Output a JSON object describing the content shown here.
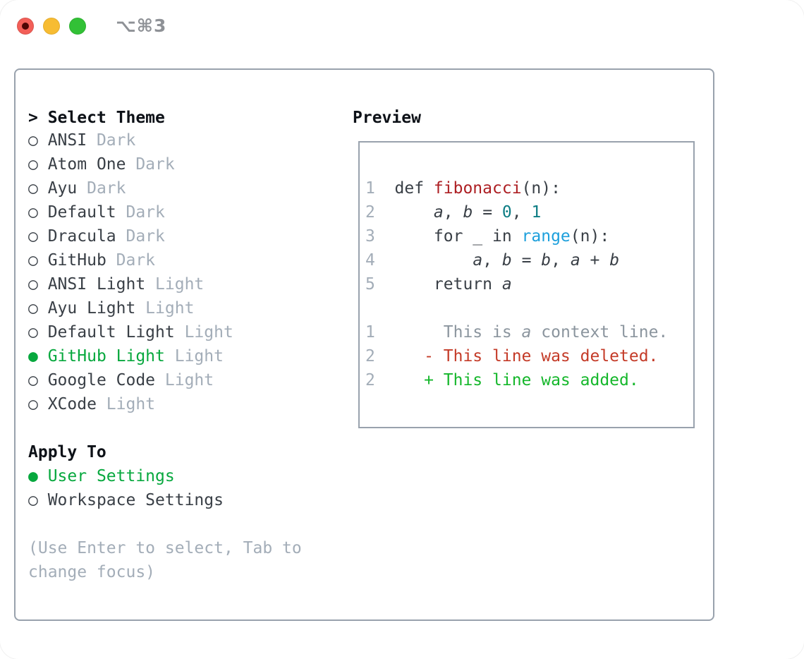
{
  "window": {
    "shortcut": "⌥⌘3"
  },
  "theme_panel": {
    "heading_prefix": ">",
    "heading": "Select Theme",
    "radio_unselected_glyph": "○",
    "radio_selected_glyph": "●",
    "items": [
      {
        "name": "ANSI",
        "variant": "Dark",
        "selected": false
      },
      {
        "name": "Atom One",
        "variant": "Dark",
        "selected": false
      },
      {
        "name": "Ayu",
        "variant": "Dark",
        "selected": false
      },
      {
        "name": "Default",
        "variant": "Dark",
        "selected": false
      },
      {
        "name": "Dracula",
        "variant": "Dark",
        "selected": false
      },
      {
        "name": "GitHub",
        "variant": "Dark",
        "selected": false
      },
      {
        "name": "ANSI Light",
        "variant": "Light",
        "selected": false
      },
      {
        "name": "Ayu Light",
        "variant": "Light",
        "selected": false
      },
      {
        "name": "Default Light",
        "variant": "Light",
        "selected": false
      },
      {
        "name": "GitHub Light",
        "variant": "Light",
        "selected": true
      },
      {
        "name": "Google Code",
        "variant": "Light",
        "selected": false
      },
      {
        "name": "XCode",
        "variant": "Light",
        "selected": false
      }
    ],
    "apply_to": {
      "heading": "Apply To",
      "options": [
        {
          "label": "User Settings",
          "selected": true
        },
        {
          "label": "Workspace Settings",
          "selected": false
        }
      ]
    },
    "footer_hint": "(Use Enter to select, Tab to change focus)"
  },
  "preview_panel": {
    "heading": "Preview",
    "lines": [
      {
        "n": "1",
        "s": [
          [
            "code",
            "def "
          ],
          [
            "func",
            "fibonacci"
          ],
          [
            "code",
            "(n):"
          ]
        ]
      },
      {
        "n": "2",
        "s": [
          [
            "code",
            "    "
          ],
          [
            "var",
            "a"
          ],
          [
            "code",
            ", "
          ],
          [
            "var",
            "b"
          ],
          [
            "code",
            " = "
          ],
          [
            "num",
            "0"
          ],
          [
            "code",
            ", "
          ],
          [
            "num",
            "1"
          ]
        ]
      },
      {
        "n": "3",
        "s": [
          [
            "code",
            "    for _ in "
          ],
          [
            "builtin",
            "range"
          ],
          [
            "code",
            "(n):"
          ]
        ]
      },
      {
        "n": "4",
        "s": [
          [
            "code",
            "        "
          ],
          [
            "var",
            "a"
          ],
          [
            "code",
            ", "
          ],
          [
            "var",
            "b"
          ],
          [
            "code",
            " = "
          ],
          [
            "var",
            "b"
          ],
          [
            "code",
            ", "
          ],
          [
            "var",
            "a"
          ],
          [
            "code",
            " + "
          ],
          [
            "var",
            "b"
          ]
        ]
      },
      {
        "n": "5",
        "s": [
          [
            "code",
            "    return "
          ],
          [
            "var",
            "a"
          ]
        ]
      },
      {
        "n": "",
        "s": []
      },
      {
        "n": "1",
        "s": [
          [
            "context",
            "     This is "
          ],
          [
            "context-var",
            "a"
          ],
          [
            "context",
            " context line."
          ]
        ]
      },
      {
        "n": "2",
        "s": [
          [
            "deleted",
            "   - This line was deleted."
          ]
        ]
      },
      {
        "n": "2",
        "s": [
          [
            "added",
            "   + This line was added."
          ]
        ]
      }
    ]
  },
  "colors": {
    "accent_green": "#07a83e",
    "diff_added_green": "#15b72b",
    "diff_deleted_red": "#c43b28",
    "function_red": "#ad1f23",
    "number_teal": "#0d7d84",
    "builtin_blue": "#1ea0dc",
    "text_dark": "#393f46",
    "text_muted": "#a3adb8",
    "context_gray": "#8b959e",
    "heading_black": "#0d1117",
    "border_gray": "#99a2ad",
    "traffic_red": "#f35f58",
    "traffic_red_dot": "#4d0604",
    "traffic_yellow": "#f7bc32",
    "traffic_green": "#32c136",
    "shortcut_gray": "#8e9196"
  }
}
